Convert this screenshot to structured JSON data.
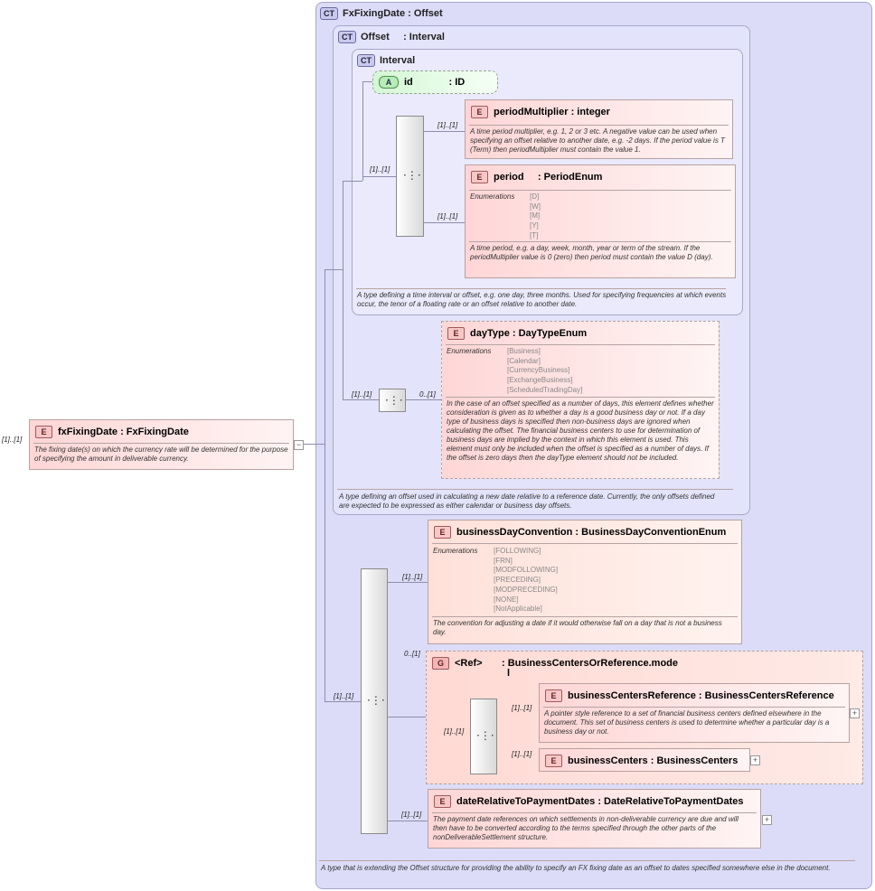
{
  "root": {
    "multiplicity": "[1]..[1]",
    "icon": "E",
    "name": "fxFixingDate",
    "type": ": FxFixingDate",
    "description": "The fixing date(s) on which the currency rate will be determined for the purpose of specifying the amount in deliverable currency.",
    "collapse": "−"
  },
  "fxFixingDateType": {
    "icon": "CT",
    "name": "FxFixingDate",
    "type": ": Offset",
    "description": "A type that is extending the Offset structure for providing the ability to specify an FX fixing date as an offset to dates specified somewhere else in the document."
  },
  "offsetType": {
    "icon": "CT",
    "name": "Offset",
    "type": ": Interval",
    "description": "A type defining an offset used in calculating a new date relative to a reference date. Currently, the only offsets defined are expected to be expressed as either calendar or business day offsets."
  },
  "intervalType": {
    "icon": "CT",
    "name": "Interval",
    "description": "A type defining a time interval or offset, e.g. one day, three months. Used for specifying frequencies at which events occur, the tenor of a floating rate or an offset relative to another date."
  },
  "idAttr": {
    "icon": "A",
    "name": "id",
    "type": ": ID"
  },
  "periodMultiplier": {
    "multiplicity": "[1]..[1]",
    "icon": "E",
    "name": "periodMultiplier",
    "type": ": integer",
    "description": "A time period multiplier, e.g. 1, 2 or 3 etc. A negative value can be used when specifying an offset relative to another date, e.g. -2 days. If the period value is T (Term) then periodMultiplier must contain the value 1."
  },
  "period": {
    "multiplicity": "[1]..[1]",
    "icon": "E",
    "name": "period",
    "type": ": PeriodEnum",
    "enum_label": "Enumerations",
    "enums": [
      "[D]",
      "[W]",
      "[M]",
      "[Y]",
      "[T]"
    ],
    "description": "A time period, e.g. a day, week, month, year or term of the stream. If the periodMultiplier value is 0 (zero) then period must contain the value D (day)."
  },
  "intervalSeqMult": "[1]..[1]",
  "dayTypeSeqMult": "[1]..[1]",
  "dayType": {
    "multiplicity": "0..[1]",
    "icon": "E",
    "name": "dayType",
    "type": ": DayTypeEnum",
    "enum_label": "Enumerations",
    "enums": [
      "[Business]",
      "[Calendar]",
      "[CurrencyBusiness]",
      "[ExchangeBusiness]",
      "[ScheduledTradingDay]"
    ],
    "description": "In the case of an offset specified as a number of days, this element defines whether consideration is given as to whether a day is a good business day or not. If a day type of business days is specified then non-business days are ignored when calculating the offset. The financial business centers to use for determination of business days are implied by the context in which this element is used. This element must only be included when the offset is specified as a number of days. If the offset is zero days then the dayType element should not be included."
  },
  "mainSeqMult": "[1]..[1]",
  "businessDayConvention": {
    "multiplicity": "[1]..[1]",
    "icon": "E",
    "name": "businessDayConvention",
    "type": ": BusinessDayConventionEnum",
    "enum_label": "Enumerations",
    "enums": [
      "[FOLLOWING]",
      "[FRN]",
      "[MODFOLLOWING]",
      "[PRECEDING]",
      "[MODPRECEDING]",
      "[NONE]",
      "[NotApplicable]"
    ],
    "description": "The convention for adjusting a date if it would otherwise fall on a day that is not a business day."
  },
  "businessCentersGroup": {
    "multiplicity": "0..[1]",
    "icon": "G",
    "name": "<Ref>",
    "type_line1": ": BusinessCentersOrReference.mode",
    "type_line2": "l",
    "seq_mult": "[1]..[1]"
  },
  "businessCentersReference": {
    "multiplicity": "[1]..[1]",
    "icon": "E",
    "name": "businessCentersReference",
    "type": ": BusinessCentersReference",
    "description": "A pointer style reference to a set of financial business centers defined elsewhere in the document. This set of business centers is used to determine whether a particular day is a business day or not.",
    "expand": "+"
  },
  "businessCenters": {
    "multiplicity": "[1]..[1]",
    "icon": "E",
    "name": "businessCenters",
    "type": ": BusinessCenters",
    "expand": "+"
  },
  "dateRelativeToPaymentDates": {
    "multiplicity": "[1]..[1]",
    "icon": "E",
    "name": "dateRelativeToPaymentDates",
    "type": ": DateRelativeToPaymentDates",
    "description": "The payment date references on which settlements in non-deliverable currency are due and will then have to be converted according to the terms specified through the other parts of the nonDeliverableSettlement structure.",
    "expand": "+"
  }
}
